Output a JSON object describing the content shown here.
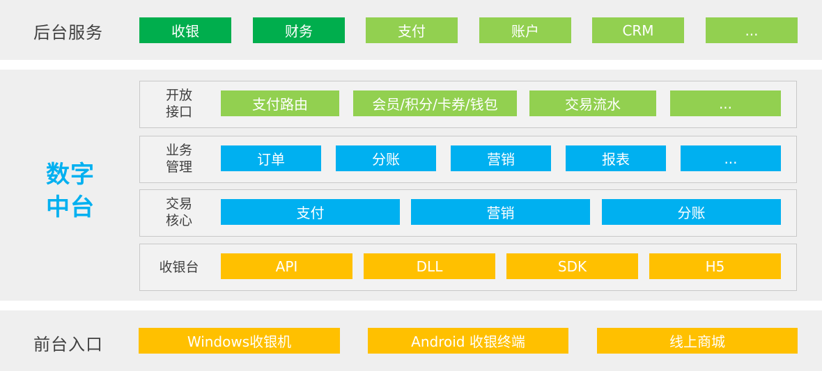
{
  "backend": {
    "title": "后台服务",
    "items": [
      "收银",
      "财务",
      "支付",
      "账户",
      "CRM",
      "..."
    ]
  },
  "hub": {
    "line1": "数字",
    "line2": "中台"
  },
  "rows": {
    "open_api": {
      "label_line1": "开放",
      "label_line2": "接口",
      "items": [
        "支付路由",
        "会员/积分/卡券/钱包",
        "交易流水",
        "..."
      ]
    },
    "business": {
      "label_line1": "业务",
      "label_line2": "管理",
      "items": [
        "订单",
        "分账",
        "营销",
        "报表",
        "..."
      ]
    },
    "core": {
      "label_line1": "交易",
      "label_line2": "核心",
      "items": [
        "支付",
        "营销",
        "分账"
      ]
    },
    "cashier": {
      "label": "收银台",
      "items": [
        "API",
        "DLL",
        "SDK",
        "H5"
      ]
    }
  },
  "frontend": {
    "title": "前台入口",
    "items": [
      "Windows收银机",
      "Android 收银终端",
      "线上商城"
    ]
  },
  "colors": {
    "dark_green": "#00ae4d",
    "light_green": "#92d050",
    "blue": "#00b0f0",
    "yellow": "#ffc000",
    "band_bg": "#efefef"
  }
}
